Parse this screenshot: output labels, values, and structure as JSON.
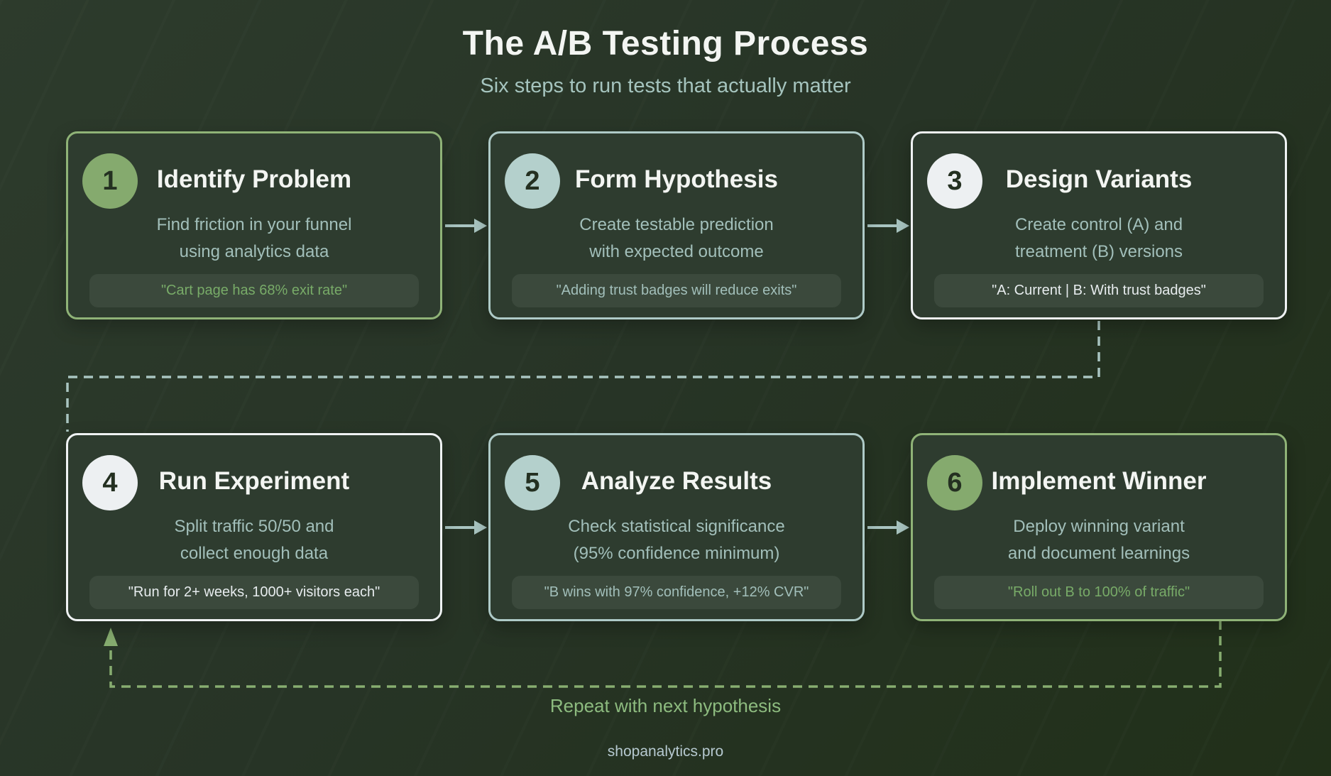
{
  "header": {
    "title": "The A/B Testing Process",
    "subtitle": "Six steps to run tests that actually matter"
  },
  "steps": [
    {
      "number": "1",
      "title": "Identify Problem",
      "line1": "Find friction in your funnel",
      "line2": "using analytics data",
      "example": "\"Cart page has 68% exit rate\"",
      "accent": "green"
    },
    {
      "number": "2",
      "title": "Form Hypothesis",
      "line1": "Create testable prediction",
      "line2": "with expected outcome",
      "example": "\"Adding trust badges will reduce exits\"",
      "accent": "teal"
    },
    {
      "number": "3",
      "title": "Design Variants",
      "line1": "Create control (A) and",
      "line2": "treatment (B) versions",
      "example": "\"A: Current | B: With trust badges\"",
      "accent": "white"
    },
    {
      "number": "4",
      "title": "Run Experiment",
      "line1": "Split traffic 50/50 and",
      "line2": "collect enough data",
      "example": "\"Run for 2+ weeks, 1000+ visitors each\"",
      "accent": "white"
    },
    {
      "number": "5",
      "title": "Analyze Results",
      "line1": "Check statistical significance",
      "line2": "(95% confidence minimum)",
      "example": "\"B wins with 97% confidence, +12% CVR\"",
      "accent": "teal"
    },
    {
      "number": "6",
      "title": "Implement Winner",
      "line1": "Deploy winning variant",
      "line2": "and document learnings",
      "example": "\"Roll out B to 100% of traffic\"",
      "accent": "green"
    }
  ],
  "flow": {
    "loop_label": "Repeat with next hypothesis"
  },
  "footer": {
    "site": "shopanalytics.pro"
  },
  "colors": {
    "background": "#273426",
    "card_background": "#2e3c2f",
    "green_accent": "#8fb377",
    "teal_accent": "#aecac7",
    "white_accent": "#eff2f3",
    "card_title_text": "#f3f5f2",
    "body_text": "#a2bfba",
    "subtitle_text": "#a5c4be",
    "connector_teal": "#a9c5c1",
    "connector_green": "#87ad70",
    "loop_label_text": "#8dbb7f",
    "footer_text": "#b6c9d0"
  }
}
